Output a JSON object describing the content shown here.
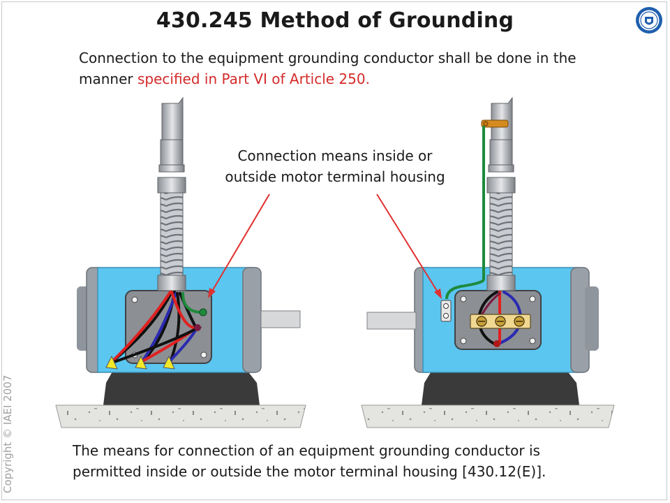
{
  "title": "430.245 Method of Grounding",
  "intro": {
    "text": "Connection to the equipment grounding conductor shall be done in the manner ",
    "highlight": "specified in Part VI of Article 250."
  },
  "callout": {
    "line1": "Connection means inside or",
    "line2": "outside motor terminal housing"
  },
  "footer": {
    "line1": "The means for connection of an equipment grounding conductor is",
    "line2": "permitted inside or outside the motor terminal housing [430.12(E)]."
  },
  "copyright": "Copyright © IAEI 2007",
  "colors": {
    "motor_body": "#5bc6f0",
    "motor_end": "#9aa0a8",
    "terminal_box": "#8c8f94",
    "base": "#3a3a3a",
    "ground_wire": "#1e8a3c",
    "red_wire": "#e02020",
    "blue_wire": "#2a2ab0",
    "arrow": "#e03030",
    "wire_tip": "#f2e82a",
    "highlight_text": "#d42a2a"
  },
  "icons": [
    "iaei-logo-icon",
    "terminal-screw-icon",
    "wire-lug-icon"
  ]
}
